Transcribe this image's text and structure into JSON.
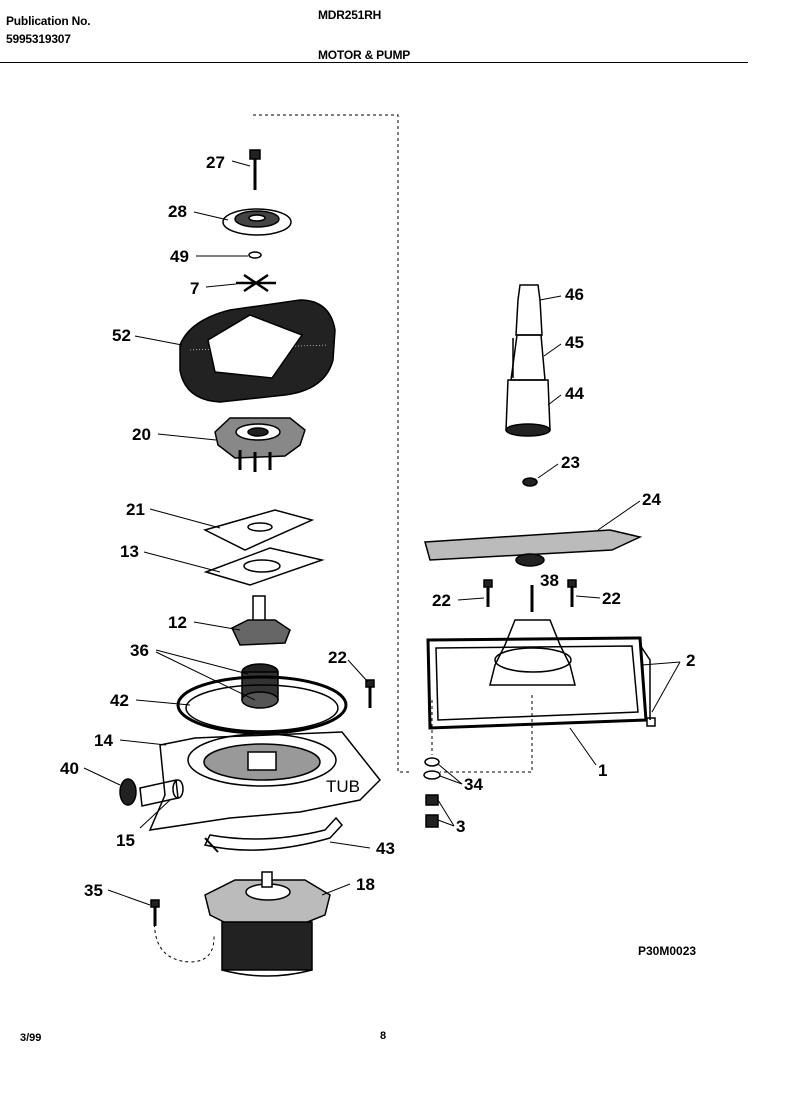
{
  "header": {
    "publication_label": "Publication No.",
    "publication_number": "5995319307",
    "model": "MDR251RH",
    "section_title": "MOTOR & PUMP"
  },
  "diagram": {
    "callouts": [
      "27",
      "28",
      "49",
      "7",
      "52",
      "20",
      "21",
      "13",
      "12",
      "36",
      "22",
      "42",
      "14",
      "40",
      "15",
      "35",
      "18",
      "43",
      "46",
      "45",
      "44",
      "23",
      "24",
      "38",
      "22",
      "22",
      "2",
      "1",
      "34",
      "3"
    ],
    "tub_label": "TUB",
    "drawing_code": "P30M0023"
  },
  "footer": {
    "date": "3/99",
    "page": "8"
  }
}
